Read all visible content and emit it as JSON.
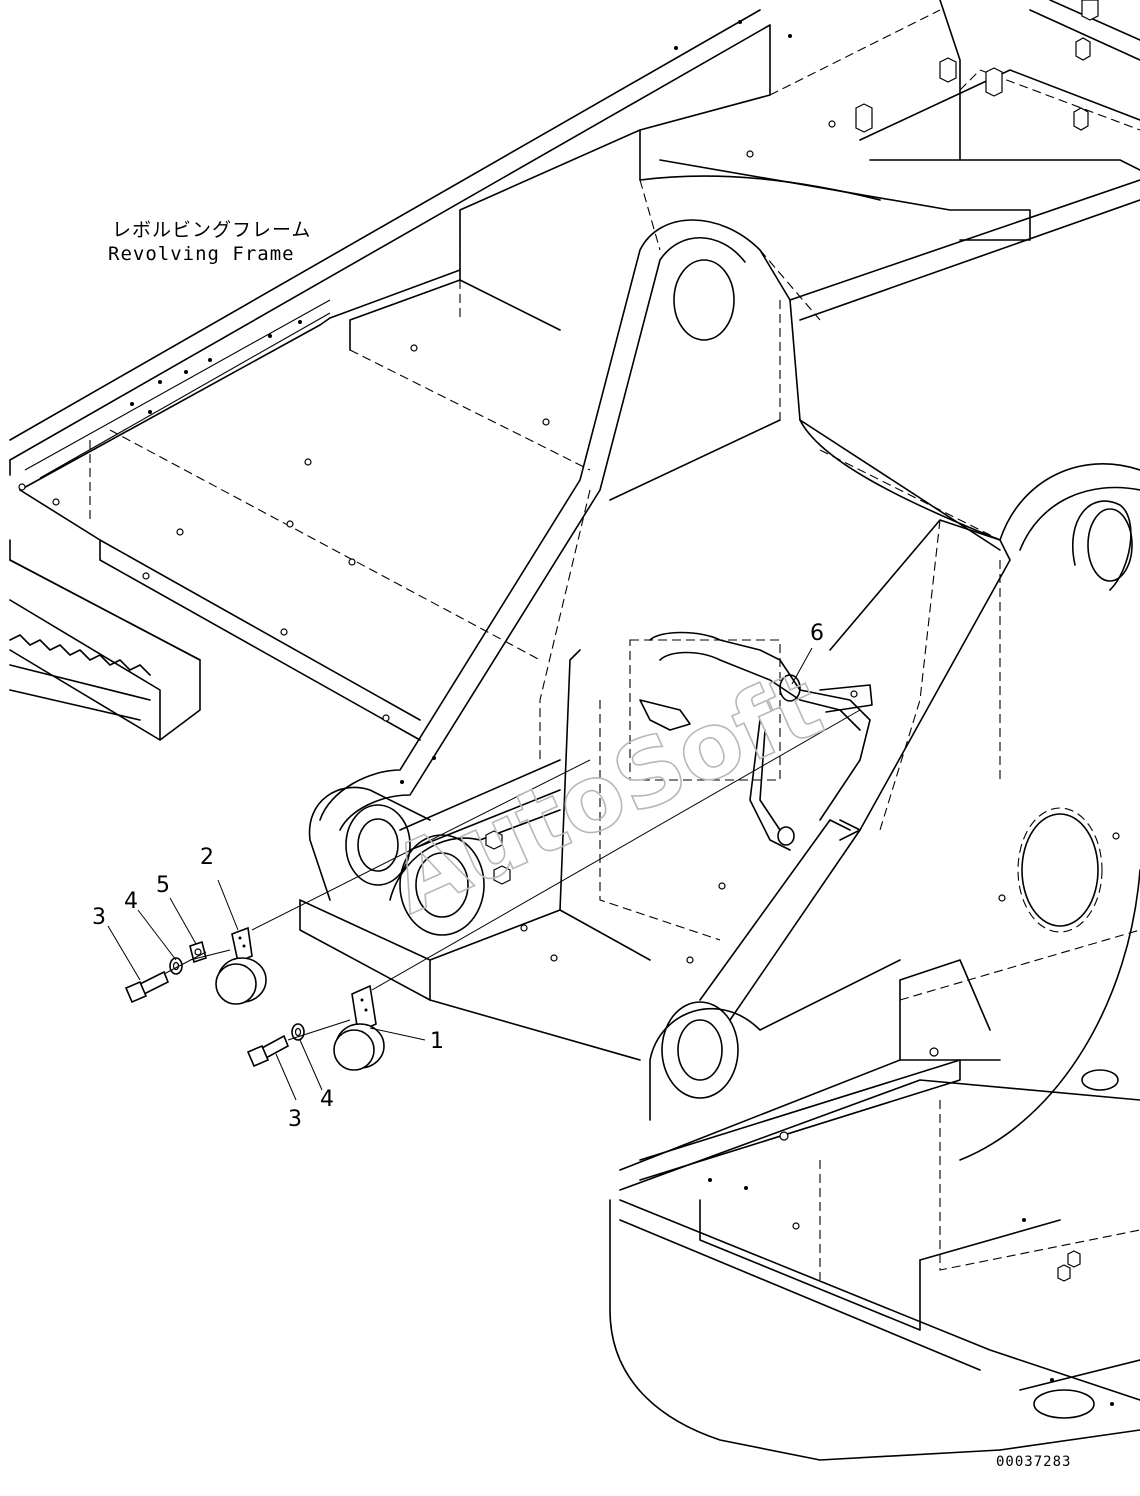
{
  "frame_label": {
    "japanese": "レボルビングフレーム",
    "english": "Revolving Frame"
  },
  "callouts": [
    {
      "id": "c1",
      "number": "1"
    },
    {
      "id": "c2",
      "number": "2"
    },
    {
      "id": "c3a",
      "number": "3"
    },
    {
      "id": "c4a",
      "number": "4"
    },
    {
      "id": "c5",
      "number": "5"
    },
    {
      "id": "c3b",
      "number": "3"
    },
    {
      "id": "c4b",
      "number": "4"
    },
    {
      "id": "c6",
      "number": "6"
    }
  ],
  "watermark": "AutoSoft",
  "document_number": "00037283"
}
